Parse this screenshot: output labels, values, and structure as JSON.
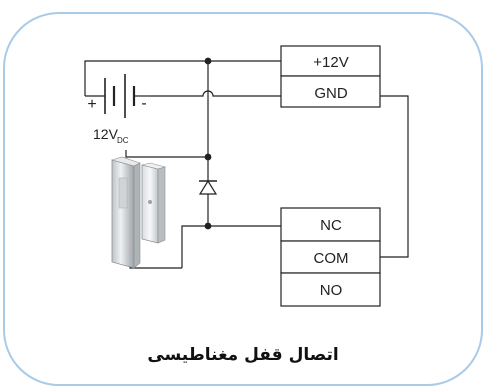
{
  "frame": {
    "border_color": "#a9cbe8"
  },
  "terminals_top": [
    "+12V",
    "GND"
  ],
  "terminals_bottom": [
    "NC",
    "COM",
    "NO"
  ],
  "battery": {
    "label": "12V",
    "subscript": "DC",
    "plus": "+",
    "minus": "-"
  },
  "caption": "اتصال قفل مغناطیسی"
}
